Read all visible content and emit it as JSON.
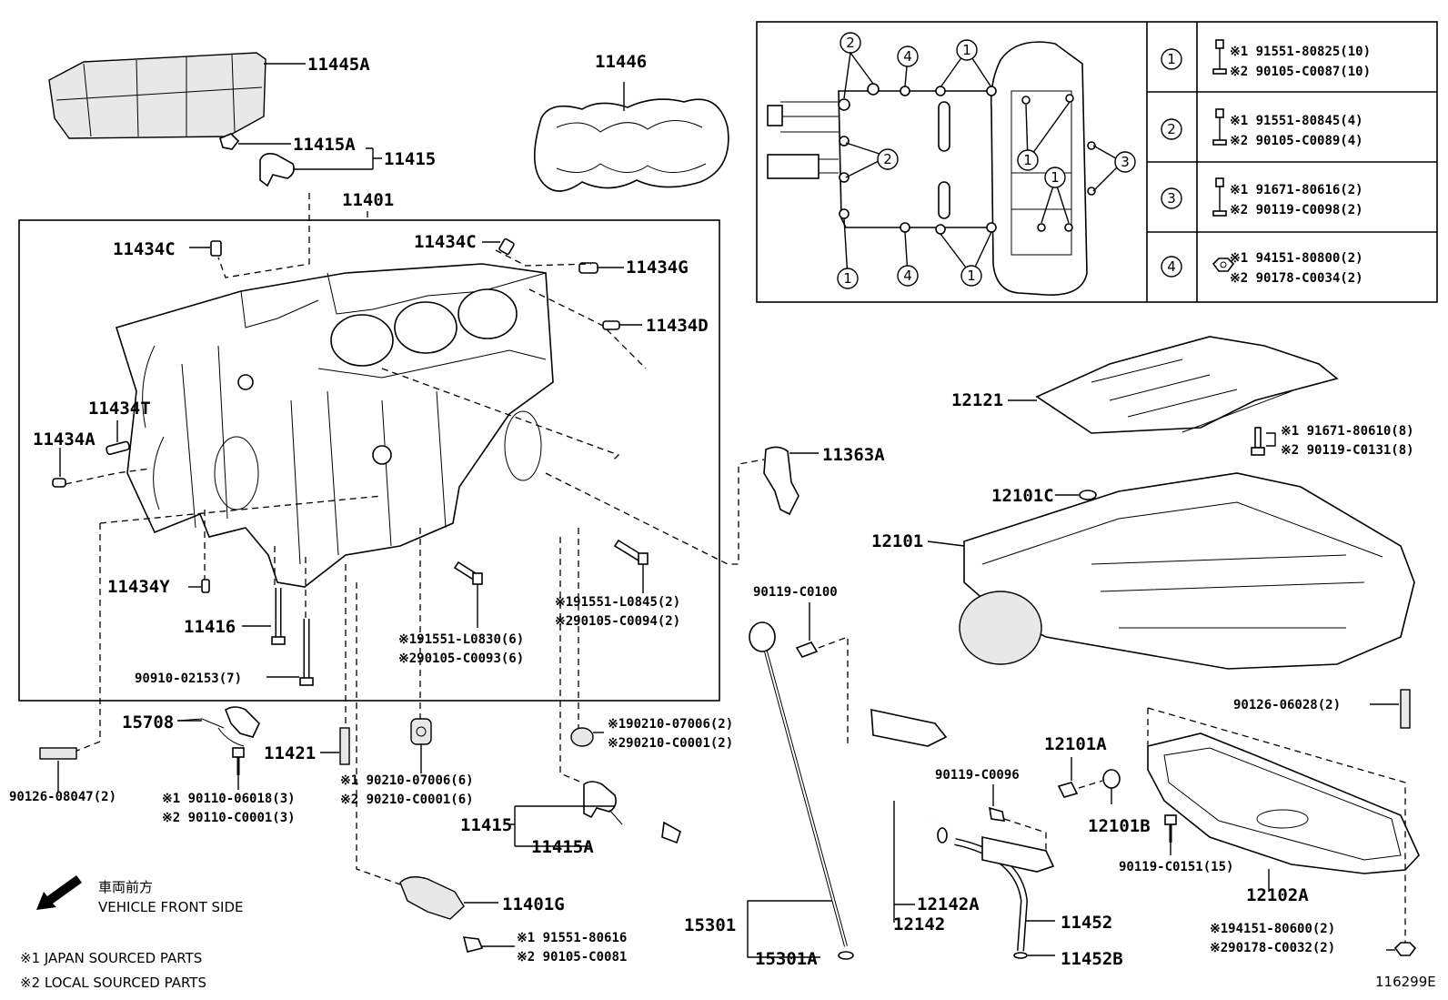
{
  "labels": {
    "p11445A": "11445A",
    "p11446": "11446",
    "p11415A_top": "11415A",
    "p11415_top": "11415",
    "p11401": "11401",
    "p11434C_left": "11434C",
    "p11434C_mid": "11434C",
    "p11434G": "11434G",
    "p11434D": "11434D",
    "p11434T": "11434T",
    "p11434A": "11434A",
    "p11434Y": "11434Y",
    "p11416": "11416",
    "p90910": "90910-02153(7)",
    "p15708": "15708",
    "p11421": "11421",
    "p90126_08047": "90126-08047(2)",
    "p90110_a": "※1 90110-06018(3)",
    "p90110_b": "※2 90110-C0001(3)",
    "p90210_6a": "※1 90210-07006(6)",
    "p90210_6b": "※2 90210-C0001(6)",
    "p91551_L0830a": "※191551-L0830(6)",
    "p91551_L0830b": "※290105-C0093(6)",
    "p91551_L0845a": "※191551-L0845(2)",
    "p91551_L0845b": "※290105-C0094(2)",
    "p90210_2a": "※190210-07006(2)",
    "p90210_2b": "※290210-C0001(2)",
    "p11415_bot": "11415",
    "p11415A_bot": "11415A",
    "p11401G": "11401G",
    "p91551_80616a": "※1 91551-80616",
    "p91551_80616b": "※2 90105-C0081",
    "p11363A": "11363A",
    "p90119_C0100": "90119-C0100",
    "p15301": "15301",
    "p15301A": "15301A",
    "p12142": "12142",
    "p12142A": "12142A",
    "p90119_C0096": "90119-C0096",
    "p11452": "11452",
    "p11452B": "11452B",
    "p12101A": "12101A",
    "p12101B": "12101B",
    "p90119_C0151": "90119-C0151(15)",
    "p12102A": "12102A",
    "p90126_06028": "90126-06028(2)",
    "p94151_80600a": "※194151-80600(2)",
    "p94151_80600b": "※290178-C0032(2)",
    "p12121": "12121",
    "p91671_80610a": "※1 91671-80610(8)",
    "p91671_80610b": "※2 90119-C0131(8)",
    "p12101C": "12101C",
    "p12101": "12101"
  },
  "callout_table": {
    "rows": [
      {
        "key": "1",
        "line1": "※1 91551-80825(10)",
        "line2": "※2 90105-C0087(10)"
      },
      {
        "key": "2",
        "line1": "※1 91551-80845(4)",
        "line2": "※2 90105-C0089(4)"
      },
      {
        "key": "3",
        "line1": "※1 91671-80616(2)",
        "line2": "※2 90119-C0098(2)"
      },
      {
        "key": "4",
        "line1": "※1 94151-80800(2)",
        "line2": "※2 90178-C0034(2)"
      }
    ]
  },
  "gasket_callouts": [
    "1",
    "2",
    "3",
    "4"
  ],
  "legend": {
    "direction_jp": "車両前方",
    "direction_en": "VEHICLE FRONT SIDE",
    "note1": "※1 JAPAN SOURCED PARTS",
    "note2": "※2 LOCAL SOURCED PARTS"
  },
  "figure_id": "116299E"
}
